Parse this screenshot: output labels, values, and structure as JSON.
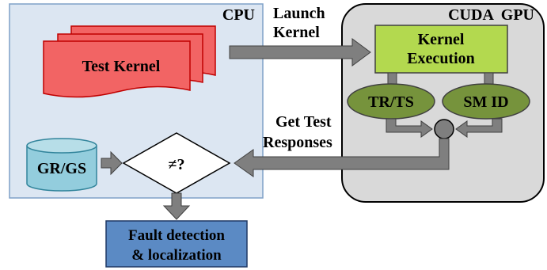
{
  "cpu": {
    "label": "CPU"
  },
  "gpu": {
    "label": "CUDA  GPU"
  },
  "test_kernel": {
    "label": "Test Kernel"
  },
  "kernel_execution": {
    "line1": "Kernel",
    "line2": "Execution"
  },
  "tr_ts": {
    "label": "TR/TS"
  },
  "sm_id": {
    "label": "SM ID"
  },
  "gr_gs": {
    "label": "GR/GS"
  },
  "compare": {
    "label": "≠?"
  },
  "launch_kernel": {
    "line1": "Launch",
    "line2": "Kernel"
  },
  "get_test_responses": {
    "line1": "Get Test",
    "line2": "Responses"
  },
  "fault_detection": {
    "line1": "Fault detection",
    "line2": "& localization"
  },
  "colors": {
    "cpu_fill": "#dce6f2",
    "gpu_fill": "#d9d9d9",
    "kernel_red": "#f26464",
    "exec_green": "#b3d94f",
    "oval_green": "#76933c",
    "db_cyan": "#93cddd",
    "fault_blue": "#5b8ac4",
    "arrow_gray": "#7f7f7f"
  }
}
